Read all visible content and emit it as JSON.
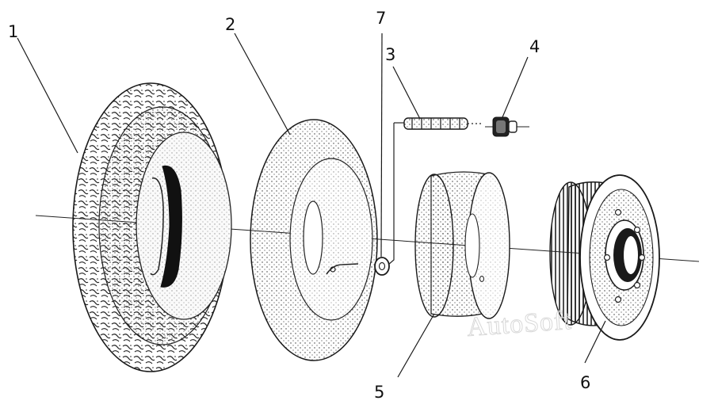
{
  "callouts": {
    "tyre": "1",
    "inner_tube": "2",
    "valve_stem": "3",
    "valve_cap": "4",
    "rim_band": "5",
    "wheel_rim": "6",
    "washer": "7"
  },
  "watermark": "AutoSoft"
}
